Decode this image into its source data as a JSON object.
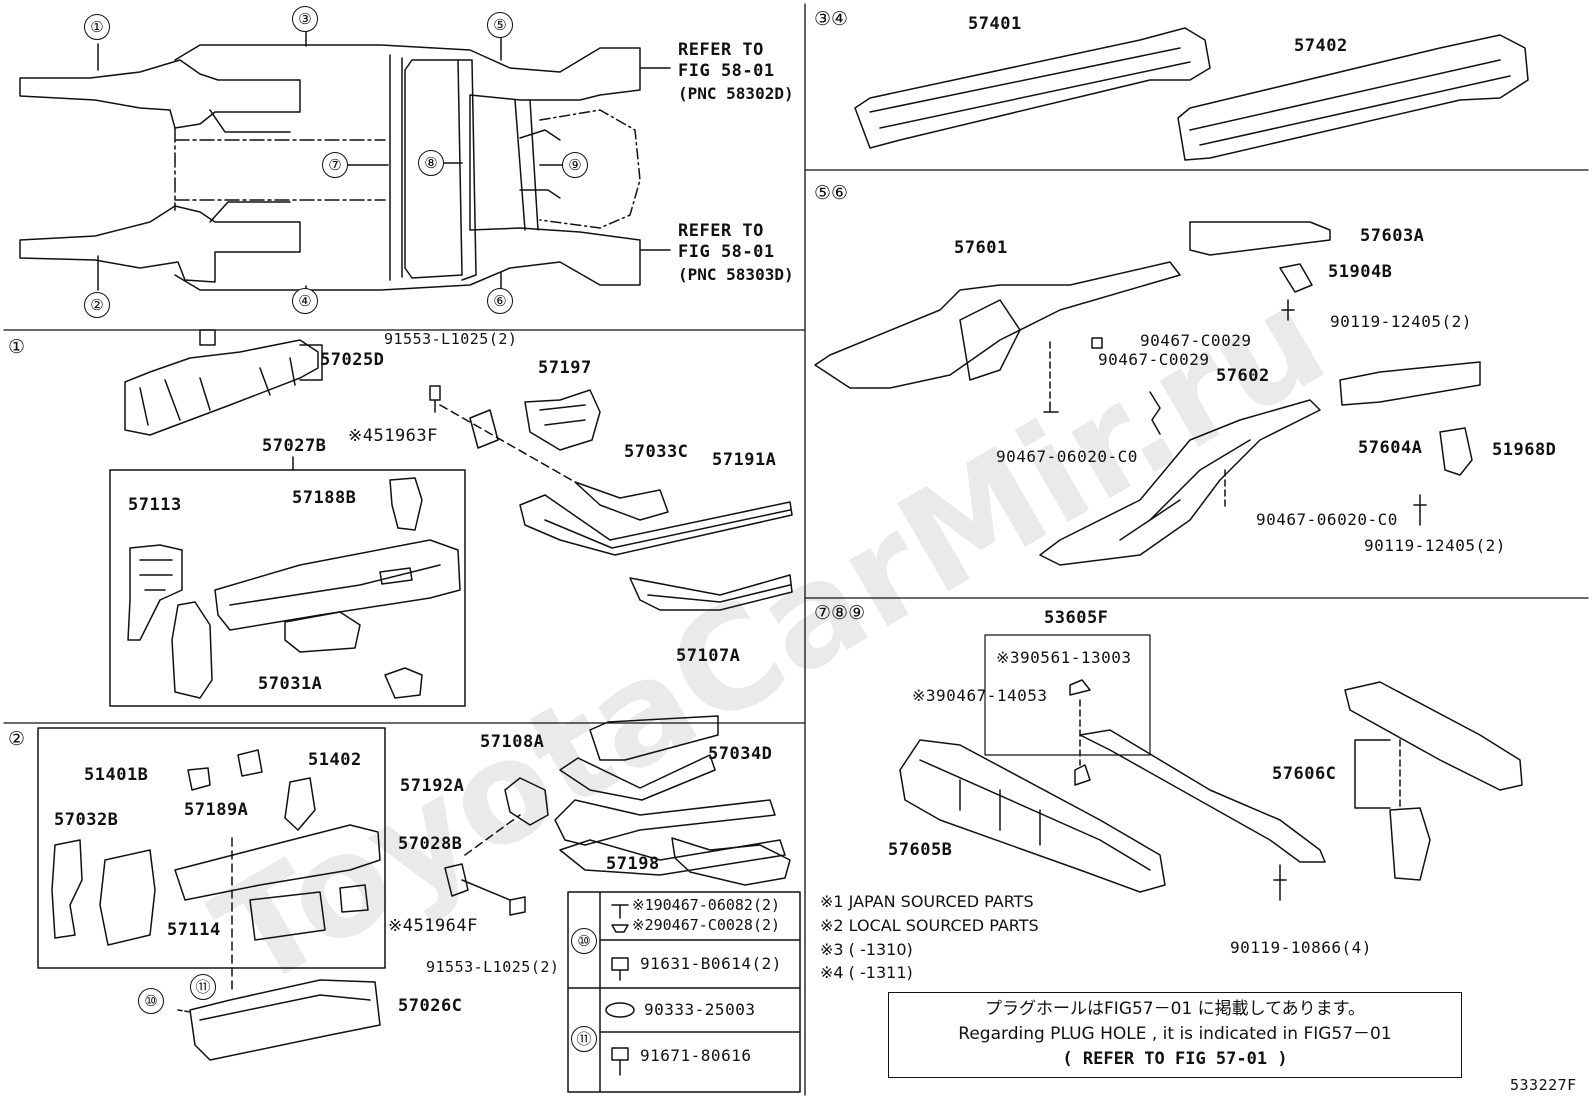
{
  "watermark": "ToyotaCarMir.ru",
  "overview": {
    "callouts": [
      "①",
      "②",
      "③",
      "④",
      "⑤",
      "⑥",
      "⑦",
      "⑧",
      "⑨"
    ],
    "refer_top": [
      "REFER TO",
      "FIG 58-01",
      "(PNC 58302D)"
    ],
    "refer_bottom": [
      "REFER TO",
      "FIG 58-01",
      "(PNC 58303D)"
    ]
  },
  "sec1": {
    "title": "①",
    "labels": {
      "p57025D": "57025D",
      "p91553a": "91553-L1025(2)",
      "p57197": "57197",
      "p51963F": "※451963F",
      "p57027B": "57027B",
      "p57033C": "57033C",
      "p57191A": "57191A",
      "p57113": "57113",
      "p57188B": "57188B",
      "p57031A": "57031A",
      "p57107A": "57107A"
    }
  },
  "sec2": {
    "title": "②",
    "labels": {
      "p57108A": "57108A",
      "p57034D": "57034D",
      "p51401B": "51401B",
      "p51402": "51402",
      "p57192A": "57192A",
      "p57032B": "57032B",
      "p57189A": "57189A",
      "p57028B": "57028B",
      "p57198": "57198",
      "p57114": "57114",
      "p51964F": "※451964F",
      "p91553b": "91553-L1025(2)",
      "p57026C": "57026C"
    },
    "circ10": "⑩",
    "circ11": "⑪",
    "table": {
      "r10a": "※190467-06082(2)",
      "r10b": "※290467-C0028(2)",
      "r10c": "91631-B0614(2)",
      "r11a": "90333-25003",
      "r11b": "91671-80616"
    }
  },
  "sec34": {
    "title": "③④",
    "labels": {
      "p57401": "57401",
      "p57402": "57402"
    }
  },
  "sec56": {
    "title": "⑤⑥",
    "labels": {
      "p57601": "57601",
      "p57603A": "57603A",
      "p51904B": "51904B",
      "p90119a": "90119-12405(2)",
      "p90467a": "90467-C0029",
      "p90467b": "90467-C0029",
      "p57602": "57602",
      "p90467c": "90467-06020-C0",
      "p57604A": "57604A",
      "p51968D": "51968D",
      "p90467d": "90467-06020-C0",
      "p90119b": "90119-12405(2)"
    }
  },
  "sec789": {
    "title": "⑦⑧⑨",
    "labels": {
      "p53605F": "53605F",
      "p90561": "※390561-13003",
      "p90467e": "※390467-14053",
      "p57606C": "57606C",
      "p57605B": "57605B",
      "p90119c": "90119-10866(4)"
    },
    "notes": [
      "※1 JAPAN SOURCED PARTS",
      "※2 LOCAL SOURCED PARTS",
      "※3 (      -1310)",
      "※4 (      -1311)"
    ]
  },
  "plug_box": {
    "line1": "プラグホールはFIG57－01 に掲載してあります。",
    "line2": "Regarding PLUG HOLE , it is indicated in FIG57－01",
    "line3": "(     REFER TO FIG 57-01     )"
  },
  "figure_id": "533227F"
}
